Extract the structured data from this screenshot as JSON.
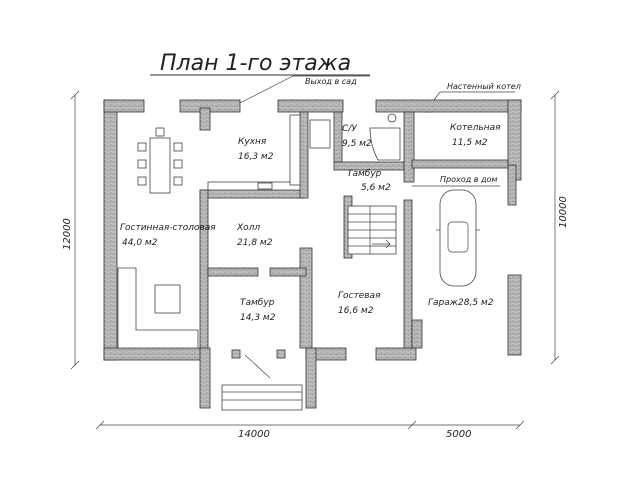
{
  "title": "План 1-го этажа",
  "annotations": {
    "garden_exit": "Выход в сад",
    "wall_boiler": "Настенный котел",
    "passage": "Проход в дом"
  },
  "rooms": [
    {
      "name": "Кухня",
      "area": "16,3 м2"
    },
    {
      "name": "С/У",
      "area": "9,5 м2"
    },
    {
      "name": "Котельная",
      "area": "11,5 м2"
    },
    {
      "name": "Тамбур",
      "area": "5,6 м2"
    },
    {
      "name": "Гостинная-столовая",
      "area": "44,0 м2"
    },
    {
      "name": "Холл",
      "area": "21,8 м2"
    },
    {
      "name": "Тамбур",
      "area": "14,3 м2"
    },
    {
      "name": "Гостевая",
      "area": "16,6 м2"
    },
    {
      "name": "Гараж",
      "area": "28,5 м2"
    }
  ],
  "dimensions": {
    "width_main": "14000",
    "width_garage": "5000",
    "height_left": "12000",
    "height_right": "10000"
  }
}
